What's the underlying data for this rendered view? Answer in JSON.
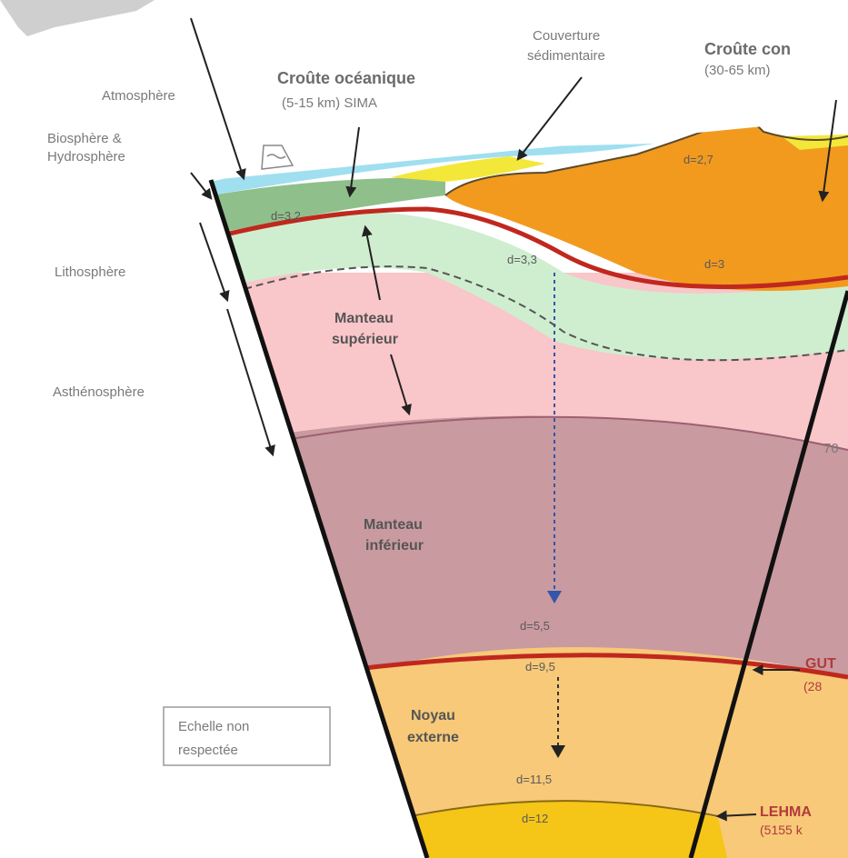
{
  "labels": {
    "atmosphere": "Atmosphère",
    "biosphere_l1": "Biosphère &",
    "biosphere_l2": "Hydrosphère",
    "lithosphere": "Lithosphère",
    "asthenosphere": "Asthénosphère",
    "ocean_crust_l1": "Croûte océanique",
    "ocean_crust_l2": "(5-15 km) SIMA",
    "sediment_l1": "Couverture",
    "sediment_l2": "sédimentaire",
    "cont_crust_l1": "Croûte con",
    "cont_crust_l2": "(30-65 km)",
    "upper_mantle_l1": "Manteau",
    "upper_mantle_l2": "supérieur",
    "lower_mantle_l1": "Manteau",
    "lower_mantle_l2": "inférieur",
    "outer_core_l1": "Noyau",
    "outer_core_l2": "externe",
    "scale_l1": "Echelle non",
    "scale_l2": "respectée",
    "depth_700": "70",
    "gutenberg_l1": "GUT",
    "gutenberg_l2": "(28",
    "lehmann_l1": "LEHMA",
    "lehmann_l2": "(5155 k"
  },
  "densities": {
    "ocean": "d=3,2",
    "cont_top": "d=2,7",
    "cont_low": "d=3",
    "mantle_upper": "d=3,3",
    "mantle_lower": "d=5,5",
    "core_outer_top": "d=9,5",
    "core_outer_bottom": "d=11,5",
    "core_inner": "d=12"
  }
}
